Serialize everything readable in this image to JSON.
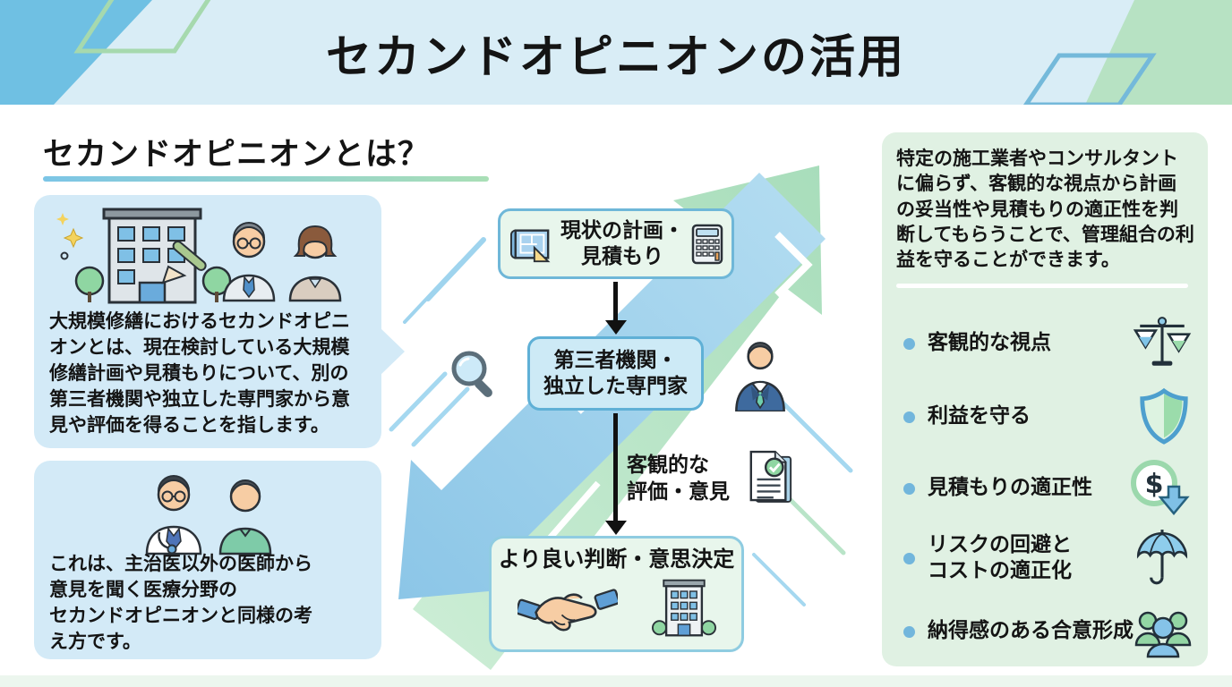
{
  "header": {
    "title": "セカンドオピニオンの活用"
  },
  "intro": {
    "heading": "セカンドオピニオンとは？",
    "definition": "大規模修繕におけるセカンドオピニオンとは、現在検討している大規模修繕計画や見積もりについて、別の第三者機関や独立した専門家から意見や評価を得ることを指します。",
    "definition_illustration_icons": [
      "building-renovation-icon",
      "consultant-man-icon",
      "consultant-woman-icon"
    ],
    "analogy": "これは、主治医以外の医師から\n意見を聞く医療分野の\nセカンドオピニオンと同様の考\nえ方です。",
    "analogy_illustration_icons": [
      "doctor-icon",
      "patient-icon"
    ]
  },
  "flow": {
    "step1": "現状の計画・\n見積もり",
    "step1_icons": [
      "blueprint-icon",
      "calculator-icon"
    ],
    "step2": "第三者機関・\n独立した専門家",
    "step2_side_icons": [
      "magnifier-icon",
      "businessman-icon"
    ],
    "arrow_label": "客観的な\n評価・意見",
    "arrow_label_icon": "document-check-icon",
    "step3": "より良い判断・意思決定",
    "step3_icons": [
      "handshake-icon",
      "building-icon"
    ]
  },
  "benefits": {
    "description": "特定の施工業者やコンサルタントに偏らず、客観的な視点から計画の妥当性や見積もりの適正性を判断してもらうことで、管理組合の利益を守ることができます。",
    "items": [
      {
        "label": "客観的な視点",
        "icon": "scales-icon"
      },
      {
        "label": "利益を守る",
        "icon": "shield-icon"
      },
      {
        "label": "見積もりの適正性",
        "icon": "cost-appropriate-icon"
      },
      {
        "label": "リスクの回避と\nコストの適正化",
        "icon": "umbrella-icon"
      },
      {
        "label": "納得感のある合意形成",
        "icon": "consensus-people-icon"
      }
    ]
  },
  "colors": {
    "header_bg": "#d9edf6",
    "accent_blue": "#6fc0e3",
    "accent_green": "#b7e2c3",
    "bubble_blue": "#d3eaf7",
    "panel_green": "#e0f1e3",
    "flow_green_fill": "#e8f6ec",
    "flow_blue_fill": "#cdeaf6",
    "flow_border_blue": "#6fb7d8",
    "bullet_blue": "#72b6dc",
    "big_arrow_green": "#a8ddbb",
    "big_arrow_blue": "#8cc6e7"
  }
}
